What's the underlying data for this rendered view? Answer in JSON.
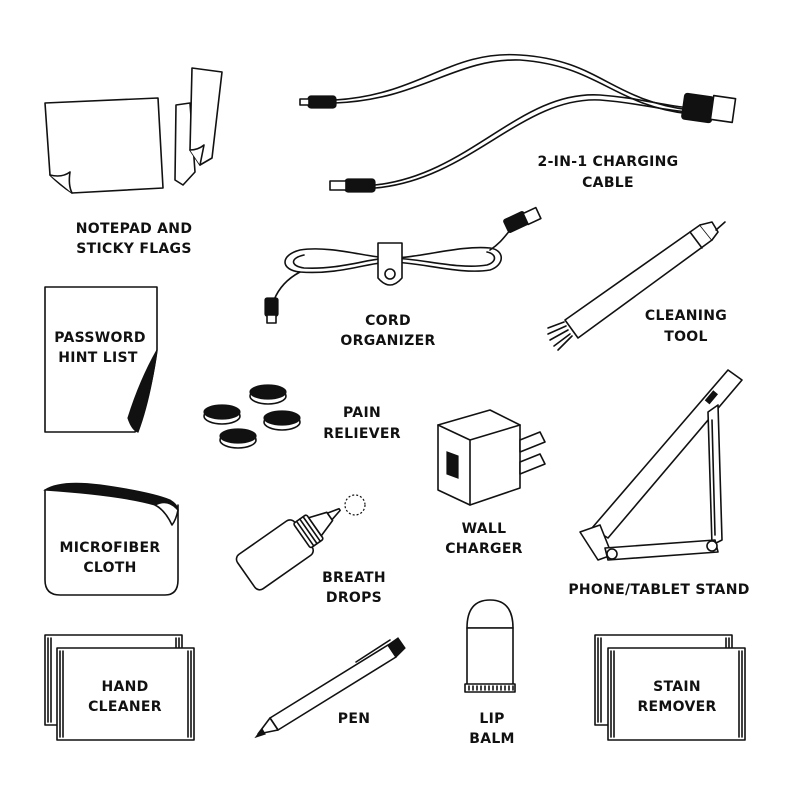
{
  "colors": {
    "ink": "#111111",
    "background": "#ffffff"
  },
  "items": {
    "notepad": {
      "line1": "NOTEPAD AND",
      "line2": "STICKY FLAGS"
    },
    "cable": {
      "line1": "2-IN-1 CHARGING",
      "line2": "CABLE"
    },
    "cord": {
      "line1": "CORD",
      "line2": "ORGANIZER"
    },
    "cleaning": {
      "line1": "CLEANING",
      "line2": "TOOL"
    },
    "password": {
      "line1": "PASSWORD",
      "line2": "HINT LIST"
    },
    "pain": {
      "line1": "PAIN",
      "line2": "RELIEVER"
    },
    "cloth": {
      "line1": "MICROFIBER",
      "line2": "CLOTH"
    },
    "charger": {
      "line1": "WALL",
      "line2": "CHARGER"
    },
    "drops": {
      "line1": "BREATH",
      "line2": "DROPS"
    },
    "stand": {
      "line1": "PHONE/TABLET STAND"
    },
    "hand": {
      "line1": "HAND",
      "line2": "CLEANER"
    },
    "pen": {
      "line1": "PEN"
    },
    "balm": {
      "line1": "LIP",
      "line2": "BALM"
    },
    "stain": {
      "line1": "STAIN",
      "line2": "REMOVER"
    }
  }
}
